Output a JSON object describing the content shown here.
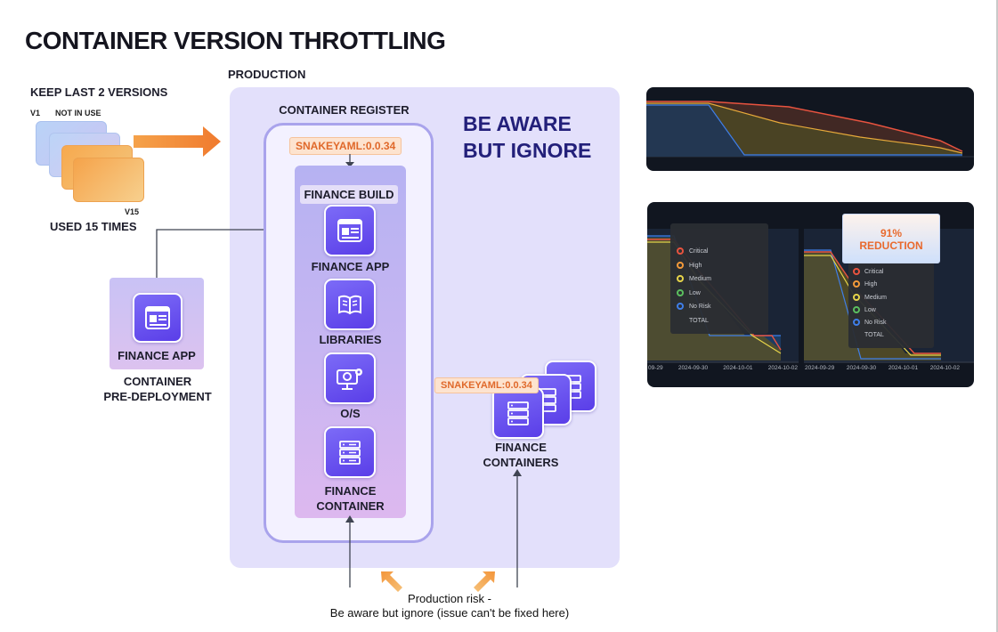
{
  "title": "CONTAINER VERSION THROTTLING",
  "production_label": "PRODUCTION",
  "versions": {
    "heading": "KEEP LAST 2 VERSIONS",
    "v1": "V1",
    "not_in_use": "NOT IN USE",
    "v15": "V15",
    "used_count": "USED 15 TIMES"
  },
  "pre_deploy": {
    "app_label": "FINANCE APP",
    "caption_line1": "CONTAINER",
    "caption_line2": "PRE-DEPLOYMENT"
  },
  "registry": {
    "label": "CONTAINER REGISTER",
    "tag": "SNAKEYAML:0.0.34",
    "build_label": "FINANCE BUILD",
    "layers": [
      {
        "label": "FINANCE APP",
        "icon": "app-window-icon"
      },
      {
        "label": "LIBRARIES",
        "icon": "book-icon"
      },
      {
        "label": "O/S",
        "icon": "monitor-gears-icon"
      },
      {
        "label": "FINANCE\nCONTAINER",
        "icon": "server-stack-icon"
      }
    ]
  },
  "awareness": {
    "line1": "BE AWARE",
    "line2": "BUT IGNORE"
  },
  "containers": {
    "tag": "SNAKEYAML:0.0.34",
    "label_line1": "FINANCE",
    "label_line2": "CONTAINERS"
  },
  "risk_note": {
    "line1": "Production risk -",
    "line2": "Be aware but ignore (issue can't be fixed here)"
  },
  "dashboard": {
    "reduction_line1": "91%",
    "reduction_line2": "REDUCTION",
    "legend": [
      "Critical",
      "High",
      "Medium",
      "Low",
      "No Risk",
      "TOTAL"
    ],
    "dates_left": [
      "09-29",
      "2024-09-30",
      "2024-10-01",
      "2024-10-02"
    ],
    "dates_right": [
      "2024-09-29",
      "2024-09-30",
      "2024-10-01",
      "2024-10-02"
    ],
    "colors": {
      "critical": "#e8533f",
      "high": "#f39a3a",
      "medium": "#e6d44a",
      "low": "#5bbf5f",
      "norisk": "#3f7ee8"
    }
  },
  "colors": {
    "accent": "#5a3ee8",
    "orange": "#f08a3c",
    "tag_text": "#e0692b",
    "navy": "#23207a"
  }
}
